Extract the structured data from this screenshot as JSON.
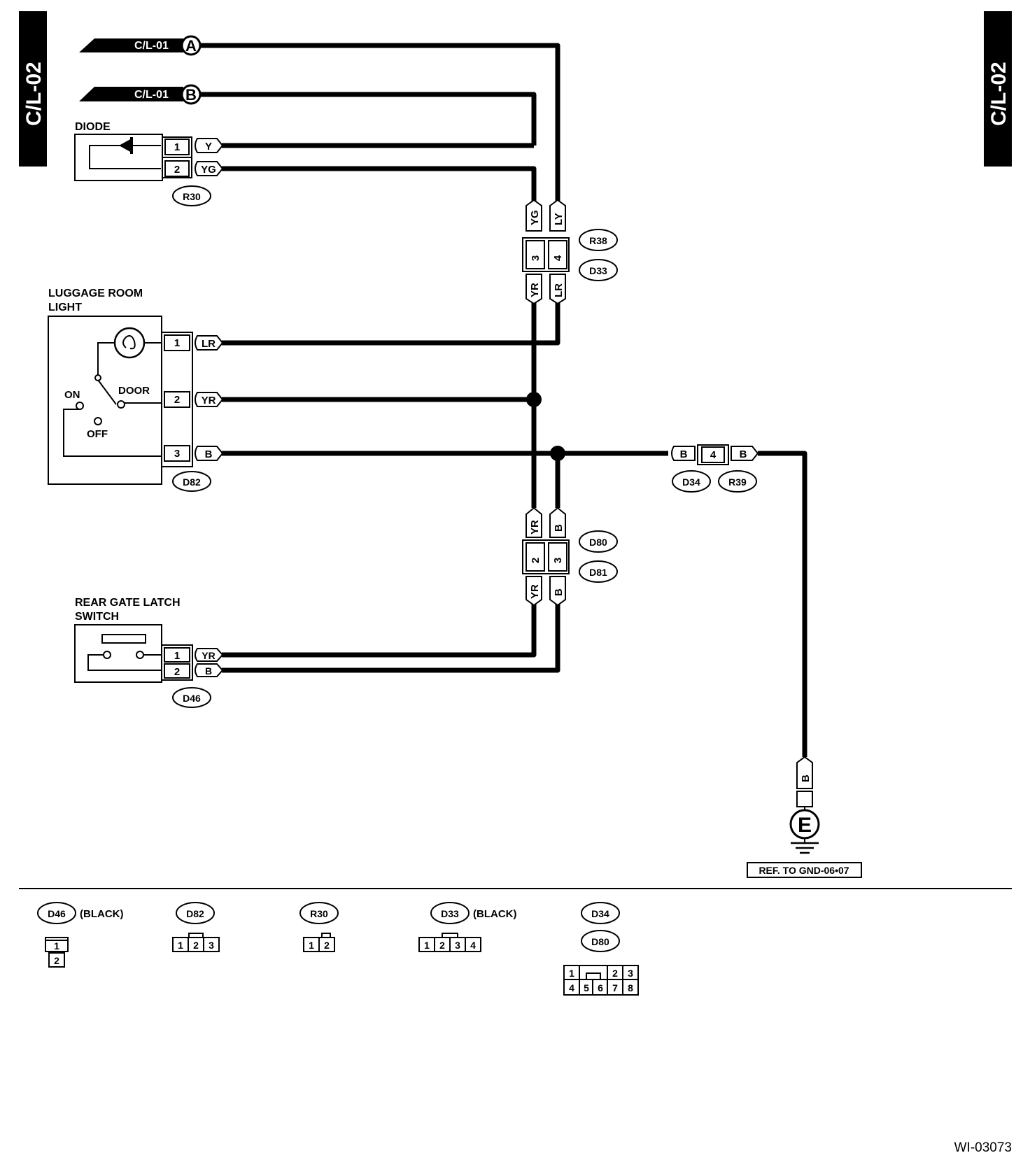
{
  "side_tabs": {
    "left": "C/L-02",
    "right": "C/L-02"
  },
  "refs": [
    {
      "label": "C/L-01",
      "letter": "A"
    },
    {
      "label": "C/L-01",
      "letter": "B"
    }
  ],
  "components": {
    "diode": {
      "title": "DIODE",
      "connector": "R30",
      "pins": [
        "1",
        "2"
      ],
      "wires": [
        "Y",
        "YG"
      ]
    },
    "luggage_room_light": {
      "title_line1": "LUGGAGE ROOM",
      "title_line2": "LIGHT",
      "switch_on": "ON",
      "switch_off": "OFF",
      "switch_door": "DOOR",
      "connector": "D82",
      "pins": [
        "1",
        "2",
        "3"
      ],
      "wires": [
        "LR",
        "YR",
        "B"
      ]
    },
    "rear_gate_latch_switch": {
      "title_line1": "REAR GATE LATCH",
      "title_line2": "SWITCH",
      "connector": "D46",
      "pins": [
        "1",
        "2"
      ],
      "wires": [
        "YR",
        "B"
      ]
    }
  },
  "junction_r38_d33": {
    "labels": [
      "R38",
      "D33"
    ],
    "pins": [
      "3",
      "4"
    ],
    "upper_wires": [
      "YG",
      "LY"
    ],
    "lower_wires": [
      "YR",
      "LR"
    ]
  },
  "junction_d80_d81": {
    "labels": [
      "D80",
      "D81"
    ],
    "pins": [
      "2",
      "3"
    ],
    "upper_wires": [
      "YR",
      "B"
    ],
    "lower_wires": [
      "YR",
      "B"
    ]
  },
  "junction_d34_r39": {
    "labels": [
      "D34",
      "R39"
    ],
    "pin": "4",
    "wires": [
      "B",
      "B"
    ]
  },
  "ground": {
    "wire": "B",
    "symbol": "E",
    "ref": "REF. TO GND-06•07"
  },
  "connector_legend": [
    {
      "id": "D46",
      "color": "(BLACK)",
      "pins": [
        "1",
        "2"
      ]
    },
    {
      "id": "D82",
      "color": "",
      "pins": [
        "1",
        "2",
        "3"
      ]
    },
    {
      "id": "R30",
      "color": "",
      "pins": [
        "1",
        "2"
      ]
    },
    {
      "id": "D33",
      "color": "(BLACK)",
      "pins": [
        "1",
        "2",
        "3",
        "4"
      ]
    },
    {
      "id": "D34",
      "id2": "D80",
      "color": "",
      "pins": [
        "1",
        "2",
        "3",
        "4",
        "5",
        "6",
        "7",
        "8"
      ]
    }
  ],
  "figure_id": "WI-03073"
}
